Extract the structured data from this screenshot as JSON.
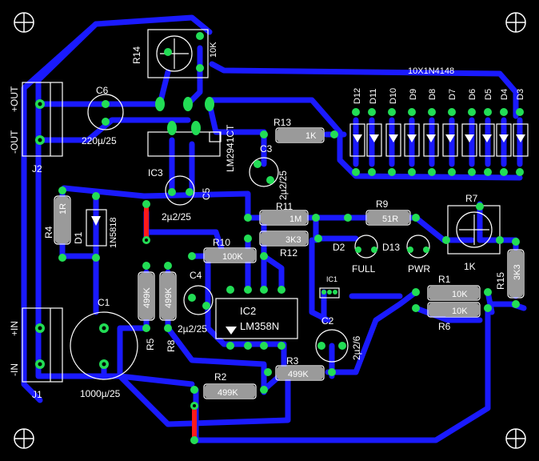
{
  "board": {
    "colors": {
      "background": "#000000",
      "trace": "#1a1aff",
      "pad": "#22dd55",
      "silkscreen": "#ffffff",
      "jumper": "#ff1a1a",
      "component_body": "#aaaaaa"
    }
  },
  "labels": {
    "r14_ref": "R14",
    "r14_val": "10K",
    "led_array_val": "10X1N4148",
    "d12": "D12",
    "d11": "D11",
    "d10": "D10",
    "d9": "D9",
    "d8": "D8",
    "d7": "D7",
    "d6": "D6",
    "d5": "D5",
    "d4": "D4",
    "d3": "D3",
    "c6_ref": "C6",
    "c6_val": "220µ/25",
    "j2_ref": "J2",
    "j2_minus": "-OUT",
    "j2_plus": "+OUT",
    "ic3_val": "LM2941CT",
    "ic3_ref": "IC3",
    "r13_ref": "R13",
    "r13_val": "1K",
    "c3_ref": "C3",
    "c3_val": "2µ2/25",
    "c5_ref": "C5",
    "c5_val": "2µ2/25",
    "r4_ref": "R4",
    "r4_val": "1R",
    "d1_ref": "D1",
    "d1_val": "1N5818",
    "r11_ref": "R11",
    "r11_val": "1M",
    "r12_ref": "R12",
    "r12_val": "3K3",
    "r9_ref": "R9",
    "r9_val": "51R",
    "r7_ref": "R7",
    "r7_val": "1K",
    "d2_ref": "D2",
    "d13_ref": "D13",
    "full": "FULL",
    "pwr": "PWR",
    "r10_ref": "R10",
    "r10_val": "100K",
    "r15_ref": "R15",
    "r15_val": "3K3",
    "c4_ref": "C4",
    "c4_val": "2µ2/25",
    "ic2_ref": "IC2",
    "ic2_val": "LM358N",
    "r5_ref": "R5",
    "r5_val": "499K",
    "r8_ref": "R8",
    "r8_val": "499K",
    "r1_ref": "R1",
    "r1_val": "10K",
    "r6_ref": "R6",
    "r6_val": "10K",
    "c2_ref": "C2",
    "c2_val": "2µ2/6",
    "c1_ref": "C1",
    "c1_val": "1000µ/25",
    "j1_ref": "J1",
    "j1_minus": "-IN",
    "j1_plus": "+IN",
    "r3_ref": "R3",
    "r3_val": "499K",
    "r2_ref": "R2",
    "r2_val": "499K",
    "ic1_ref": "IC1"
  }
}
